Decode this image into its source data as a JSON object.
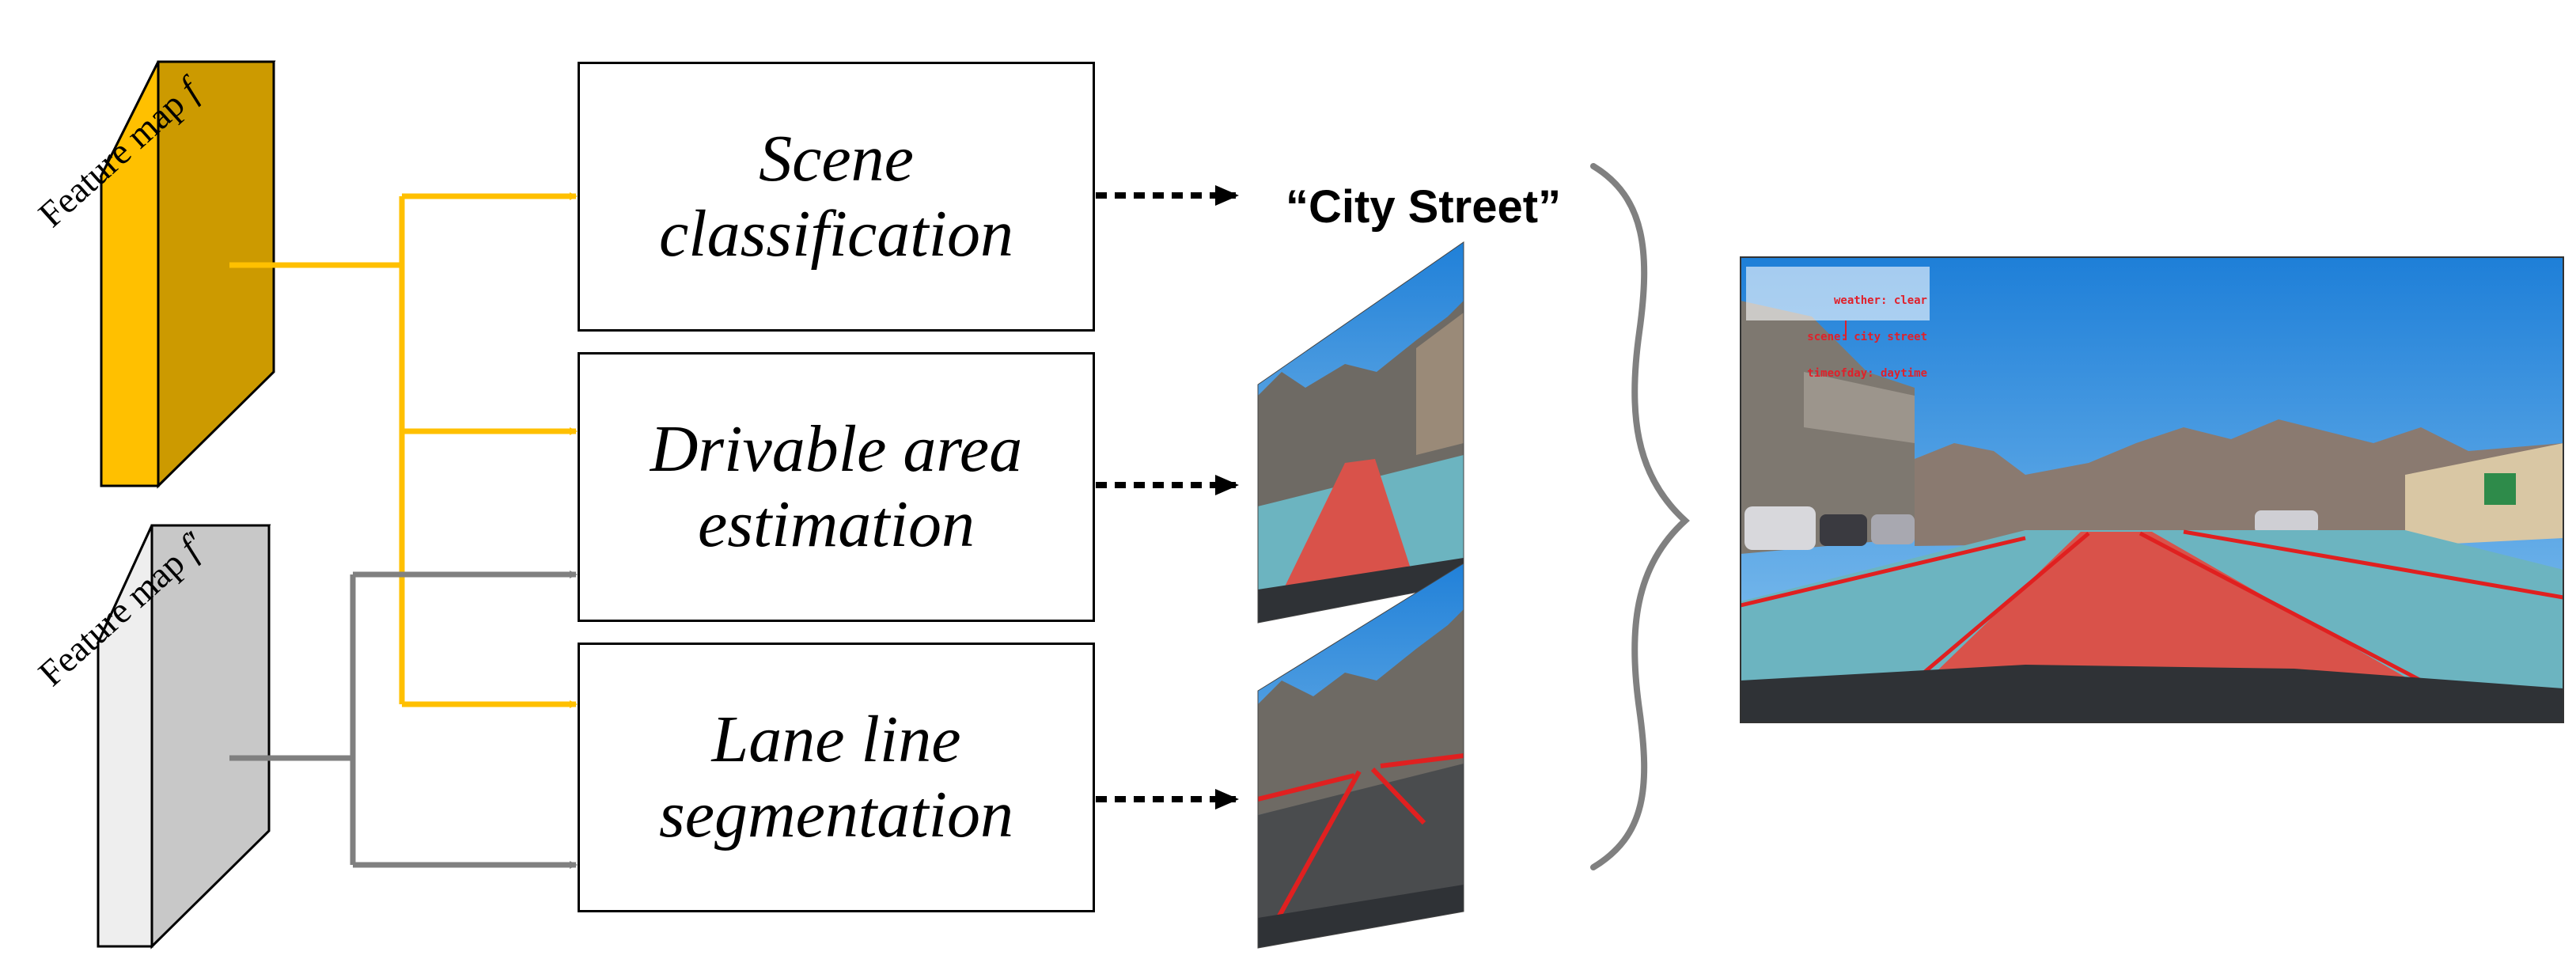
{
  "inputs": {
    "feature_map_f": {
      "label": "Feature map ",
      "symbol": "f"
    },
    "feature_map_f_prime": {
      "label": "Feature map ",
      "symbol": "f′"
    }
  },
  "tasks": [
    {
      "line1": "Scene",
      "line2": "classification"
    },
    {
      "line1": "Drivable area",
      "line2": "estimation"
    },
    {
      "line1": "Lane line",
      "line2": "segmentation"
    }
  ],
  "scene_result": "“City Street”",
  "output_overlay": {
    "weather": "weather: clear",
    "scene": "scene: city street",
    "timeofday": "timeofday: daytime"
  },
  "colors": {
    "feature_f_front": "#FFC000",
    "feature_f_side": "#CC9A00",
    "feature_f_prime_front": "#EEEEEE",
    "feature_f_prime_side": "#C8C8C8",
    "yellow_arrow": "#FFC000",
    "gray_arrow": "#808080",
    "drivable_red": "#D9524A",
    "drivable_blue": "#6CB4C0",
    "lane_red": "#E02020"
  }
}
